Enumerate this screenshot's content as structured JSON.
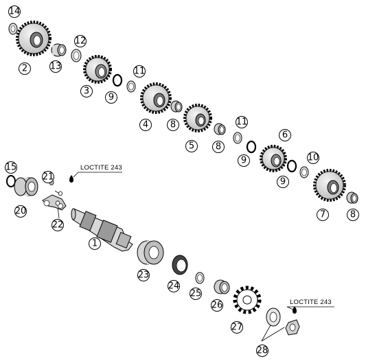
{
  "callouts": {
    "c1": "1",
    "c2": "2",
    "c3": "3",
    "c4": "4",
    "c5": "5",
    "c6": "6",
    "c7": "7",
    "c8a": "8",
    "c8b": "8",
    "c8c": "8",
    "c9a": "9",
    "c9b": "9",
    "c9c": "9",
    "c10": "10",
    "c11a": "11",
    "c11b": "11",
    "c12": "12",
    "c13": "13",
    "c14": "14",
    "c15": "15",
    "c20": "20",
    "c21": "21",
    "c22": "22",
    "c23": "23",
    "c24": "24",
    "c25": "25",
    "c26": "26",
    "c27": "27",
    "c28": "28"
  },
  "notes": {
    "loctite_top": "LOCTITE 243",
    "loctite_bottom": "LOCTITE 243"
  }
}
